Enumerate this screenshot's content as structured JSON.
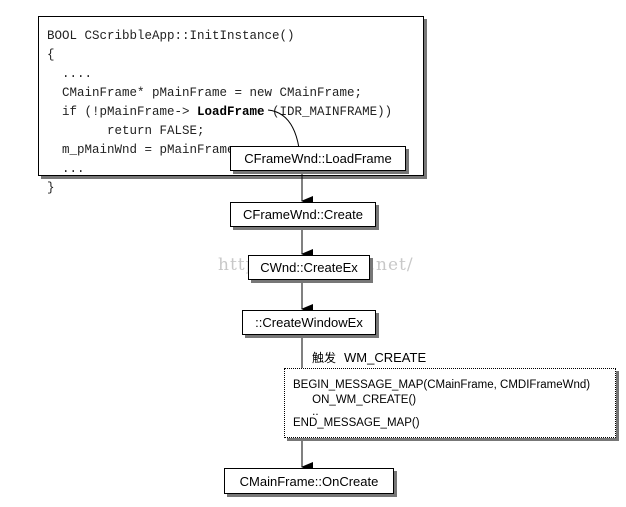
{
  "code": {
    "lines": [
      "BOOL CScribbleApp::InitInstance()",
      "{",
      "  ....",
      "  CMainFrame* pMainFrame = new CMainFrame;",
      "  if (!pMainFrame-> ",
      "        return FALSE;",
      "  m_pMainWnd = pMainFrame;",
      "  ...",
      "}"
    ],
    "bold_call": "LoadFrame",
    "call_args": " (IDR_MAINFRAME))"
  },
  "boxes": {
    "loadframe": "CFrameWnd::LoadFrame",
    "create": "CFrameWnd::Create",
    "createex": "CWnd::CreateEx",
    "createwindowex": "::CreateWindowEx",
    "oncreate": "CMainFrame::OnCreate"
  },
  "trigger": {
    "zh": "触发",
    "msg": "WM_CREATE"
  },
  "message_map": {
    "lines": [
      "BEGIN_MESSAGE_MAP(CMainFrame, CMDIFrameWnd)",
      "      ON_WM_CREATE()",
      "      ..",
      "END_MESSAGE_MAP()"
    ]
  },
  "watermark": "http://blog.csdn.net/"
}
